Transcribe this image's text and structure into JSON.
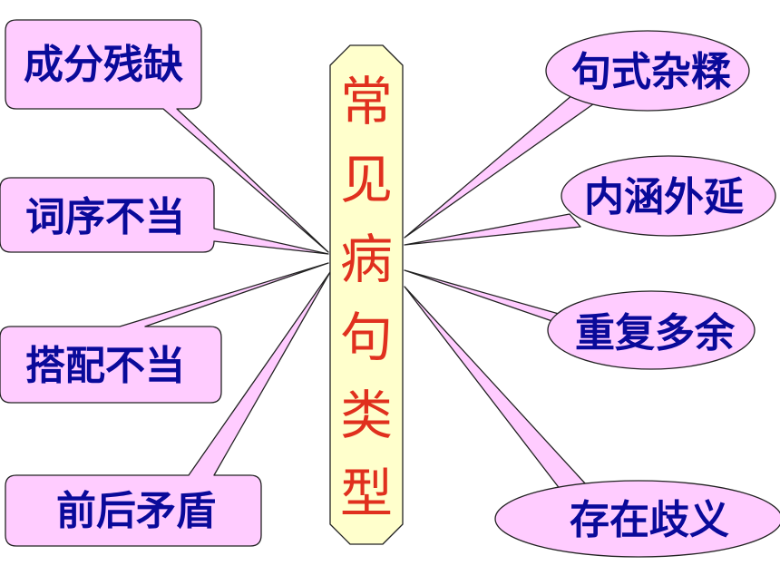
{
  "center": {
    "chars": [
      "常",
      "见",
      "病",
      "句",
      "类",
      "型"
    ]
  },
  "left_items": [
    {
      "label": "成分残缺"
    },
    {
      "label": "词序不当"
    },
    {
      "label": "搭配不当"
    },
    {
      "label": "前后矛盾"
    }
  ],
  "right_items": [
    {
      "label": "句式杂糅"
    },
    {
      "label": "内涵外延"
    },
    {
      "label": "重复多余"
    },
    {
      "label": "存在歧义"
    }
  ],
  "colors": {
    "callout_fill": "#ffccff",
    "callout_stroke": "#222222",
    "label_text": "#0a0a9a",
    "center_fill": "#ffffcc",
    "center_text": "#e0301e"
  }
}
